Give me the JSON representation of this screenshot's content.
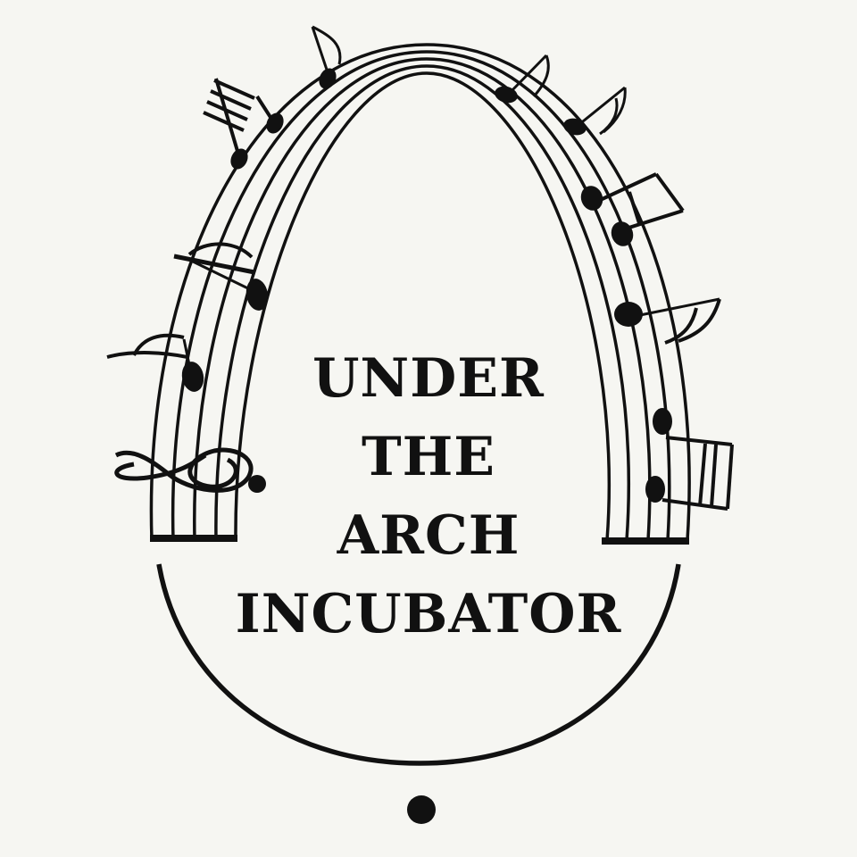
{
  "logo": {
    "title_lines": [
      "UNDER",
      "THE",
      "ARCH",
      "INCUBATOR"
    ]
  },
  "colors": {
    "background": "#f6f6f2",
    "ink": "#111111"
  },
  "icons": {
    "notes": "music-note-icon",
    "clef": "treble-clef-icon",
    "dot": "dot-icon"
  }
}
